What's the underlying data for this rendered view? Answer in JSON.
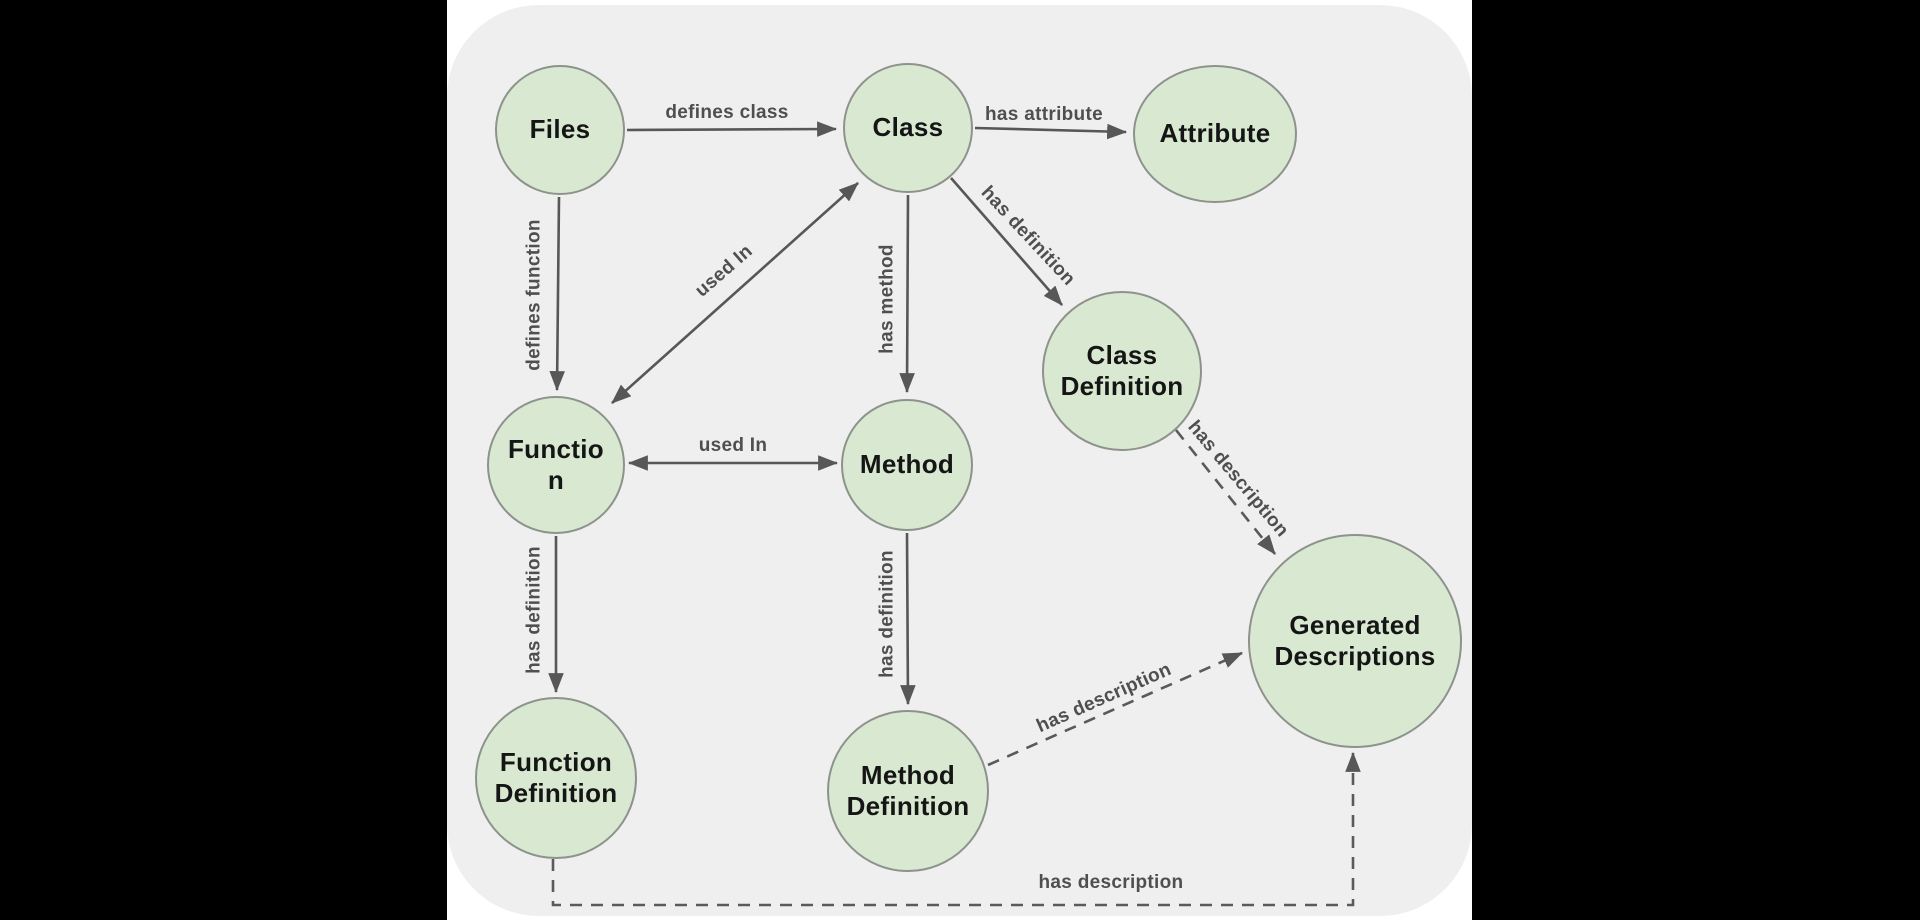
{
  "scene": {
    "letterbox_color": "#000000",
    "page_background": "#ffffff",
    "canvas_background": "#efefef"
  },
  "palette": {
    "node_fill": "#d8e8d1",
    "node_border": "#8d938c",
    "edge_color": "#575757",
    "edge_label_color": "#4f4f4f",
    "node_text_color": "#151515"
  },
  "graph": {
    "nodes": [
      {
        "id": "files",
        "label": "Files"
      },
      {
        "id": "class",
        "label": "Class"
      },
      {
        "id": "attribute",
        "label": "Attribute"
      },
      {
        "id": "class-definition",
        "label": "Class Definition"
      },
      {
        "id": "function",
        "label": "Function"
      },
      {
        "id": "method",
        "label": "Method"
      },
      {
        "id": "function-definition",
        "label": "Function Definition"
      },
      {
        "id": "method-definition",
        "label": "Method Definition"
      },
      {
        "id": "generated-descriptions",
        "label": "Generated Descriptions"
      }
    ],
    "edges": [
      {
        "from": "files",
        "to": "class",
        "label": "defines class",
        "style": "solid",
        "arrows": "end"
      },
      {
        "from": "class",
        "to": "attribute",
        "label": "has attribute",
        "style": "solid",
        "arrows": "end"
      },
      {
        "from": "files",
        "to": "function",
        "label": "defines function",
        "style": "solid",
        "arrows": "end"
      },
      {
        "from": "function",
        "to": "class",
        "label": "used In",
        "style": "solid",
        "arrows": "both"
      },
      {
        "from": "class",
        "to": "method",
        "label": "has method",
        "style": "solid",
        "arrows": "end"
      },
      {
        "from": "function",
        "to": "method",
        "label": "used In",
        "style": "solid",
        "arrows": "both"
      },
      {
        "from": "function",
        "to": "function-definition",
        "label": "has definition",
        "style": "solid",
        "arrows": "end"
      },
      {
        "from": "method",
        "to": "method-definition",
        "label": "has definition",
        "style": "solid",
        "arrows": "end"
      },
      {
        "from": "class",
        "to": "class-definition",
        "label": "has definition",
        "style": "solid",
        "arrows": "end"
      },
      {
        "from": "class-definition",
        "to": "generated-descriptions",
        "label": "has description",
        "style": "dashed",
        "arrows": "end"
      },
      {
        "from": "method-definition",
        "to": "generated-descriptions",
        "label": "has description",
        "style": "dashed",
        "arrows": "end"
      },
      {
        "from": "function-definition",
        "to": "generated-descriptions",
        "label": "has description",
        "style": "dashed",
        "arrows": "end"
      }
    ]
  }
}
